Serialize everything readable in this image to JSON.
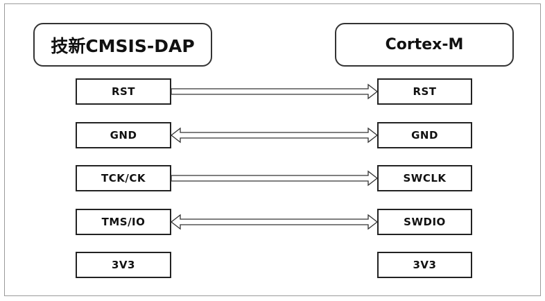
{
  "left_device": {
    "title": "技新CMSIS-DAP"
  },
  "right_device": {
    "title": "Cortex-M"
  },
  "connections": [
    {
      "left": "RST",
      "right": "RST",
      "direction": "right"
    },
    {
      "left": "GND",
      "right": "GND",
      "direction": "both"
    },
    {
      "left": "TCK/CK",
      "right": "SWCLK",
      "direction": "right"
    },
    {
      "left": "TMS/IO",
      "right": "SWDIO",
      "direction": "both"
    },
    {
      "left": "3V3",
      "right": "3V3",
      "direction": "none"
    }
  ]
}
